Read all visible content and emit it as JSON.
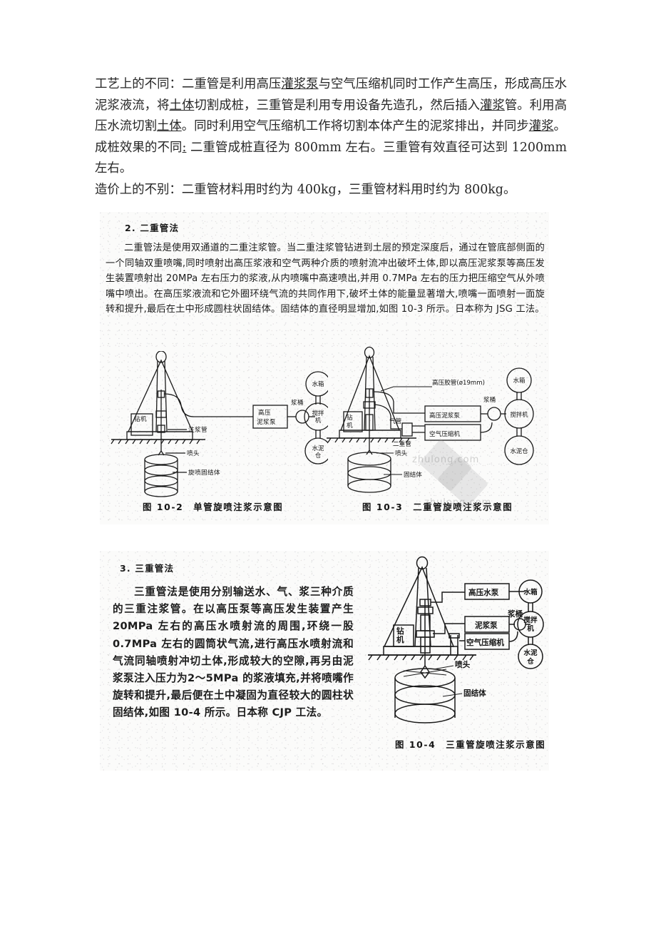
{
  "document": {
    "paragraphs": [
      "工艺上的不同：二重管是利用高压灌浆泵与空气压缩机同时工作产生高压，形成高压水泥浆液流，将土体切割成桩，三重管是利用专用设备先造孔，然后插入灌浆管。利用高压水流切割土体。同时利用空气压缩机工作将切割本体产生的泥浆排出，并同步灌浆。",
      "成桩效果的不同：二重管成桩直径为 800mm 左右。三重管有效直径可达到 1200mm 左右。",
      "造价上的不别：二重管材料用时约为 400kg，三重管材料用时约为 800kg。"
    ]
  },
  "figure_block_1": {
    "heading": "2. 二重管法",
    "body": "二重管法是使用双通道的二重注浆管。当二重注浆管钻进到土层的预定深度后，通过在管底部侧面的一个同轴双重喷嘴,同时喷射出高压浆液和空气两种介质的喷射流冲出破坏土体,即以高压泥浆泵等高压发生装置喷射出 20MPa 左右压力的浆液,从内喷嘴中高速喷出,并用 0.7MPa 左右的压力把压缩空气从外喷嘴中喷出。在高压浆液流和它外圈环绕气流的共同作用下,破坏土体的能量显著增大,喷嘴一面喷射一面旋转和提升,最后在土中形成圆柱状固结体。固结体的直径明显增加,如图 10-3 所示。日本称为 JSG 工法。",
    "left_figure": {
      "caption": "图 10-2　单管旋喷注浆示意图",
      "labels": {
        "rig": "钻机",
        "grout_pipe": "注浆管",
        "pump": "高压泥浆泵",
        "slurry_barrel": "浆桶",
        "water_tank": "水箱",
        "mixer": "搅拌机",
        "cement_silo": "水泥仓",
        "nozzle": "喷头",
        "column": "旋喷固结体"
      }
    },
    "right_figure": {
      "caption": "图 10-3　二重管旋喷注浆示意图",
      "labels": {
        "rig": "钻机",
        "hose": "高压胶管(ø19mm)",
        "air_pipe": "气管",
        "double_pipe": "二重管",
        "mud_pump": "高压泥浆泵",
        "air_compressor": "空气压缩机",
        "slurry_barrel": "浆桶",
        "water_tank": "水箱",
        "mixer": "搅拌机",
        "cement_silo": "水泥仓",
        "nozzle": "喷头",
        "column": "固结体"
      }
    },
    "watermark": "zhulong.com"
  },
  "figure_block_2": {
    "heading": "3. 三重管法",
    "body": "三重管法是使用分别输送水、气、浆三种介质的三重注浆管。在以高压泵等高压发生装置产生 20MPa 左右的高压水喷射流的周围,环绕一股 0.7MPa 左右的圆筒状气流,进行高压水喷射流和气流同轴喷射冲切土体,形成较大的空隙,再另由泥浆泵注入压力为2～5MPa 的浆液填充,并将喷嘴作旋转和提升,最后便在土中凝固为直径较大的圆柱状固结体,如图 10-4 所示。日本称 CJP 工法。",
    "figure": {
      "caption": "图 10-4　三重管旋喷注浆示意图",
      "labels": {
        "rig": "钻机",
        "high_pressure_water_pump": "高压水泵",
        "mud_pump": "泥浆泵",
        "air_compressor": "空气压缩机",
        "slurry_barrel": "浆桶",
        "water_tank": "水箱",
        "mixer": "搅拌机",
        "cement_silo": "水泥仓",
        "nozzle": "喷头",
        "column": "固结体"
      }
    }
  },
  "colors": {
    "page_background": "#ffffff",
    "scan_background": "#fbfbfa",
    "ink": "#1a1a1a",
    "watermark": "#9a9a9a"
  }
}
